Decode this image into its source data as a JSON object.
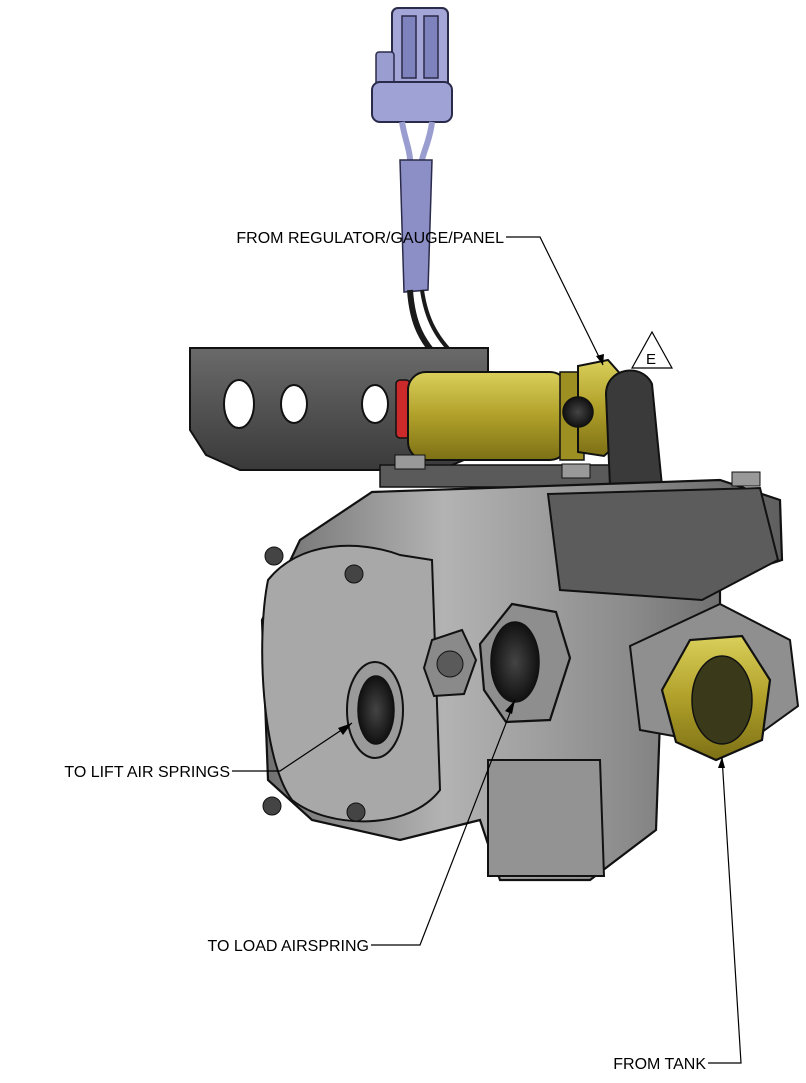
{
  "labels": {
    "from_regulator": "FROM REGULATOR/GAUGE/PANEL",
    "rev_marker": "E",
    "to_lift": "TO LIFT AIR SPRINGS",
    "to_load": "TO LOAD AIRSPRING",
    "from_tank": "FROM TANK"
  },
  "colors": {
    "body_gray": "#8f8f8f",
    "bracket_gray": "#4d4d4d",
    "fitting_yellow": "#b8a92e",
    "connector_purple": "#8c8fc6",
    "red_ring": "#cc2a2a"
  }
}
